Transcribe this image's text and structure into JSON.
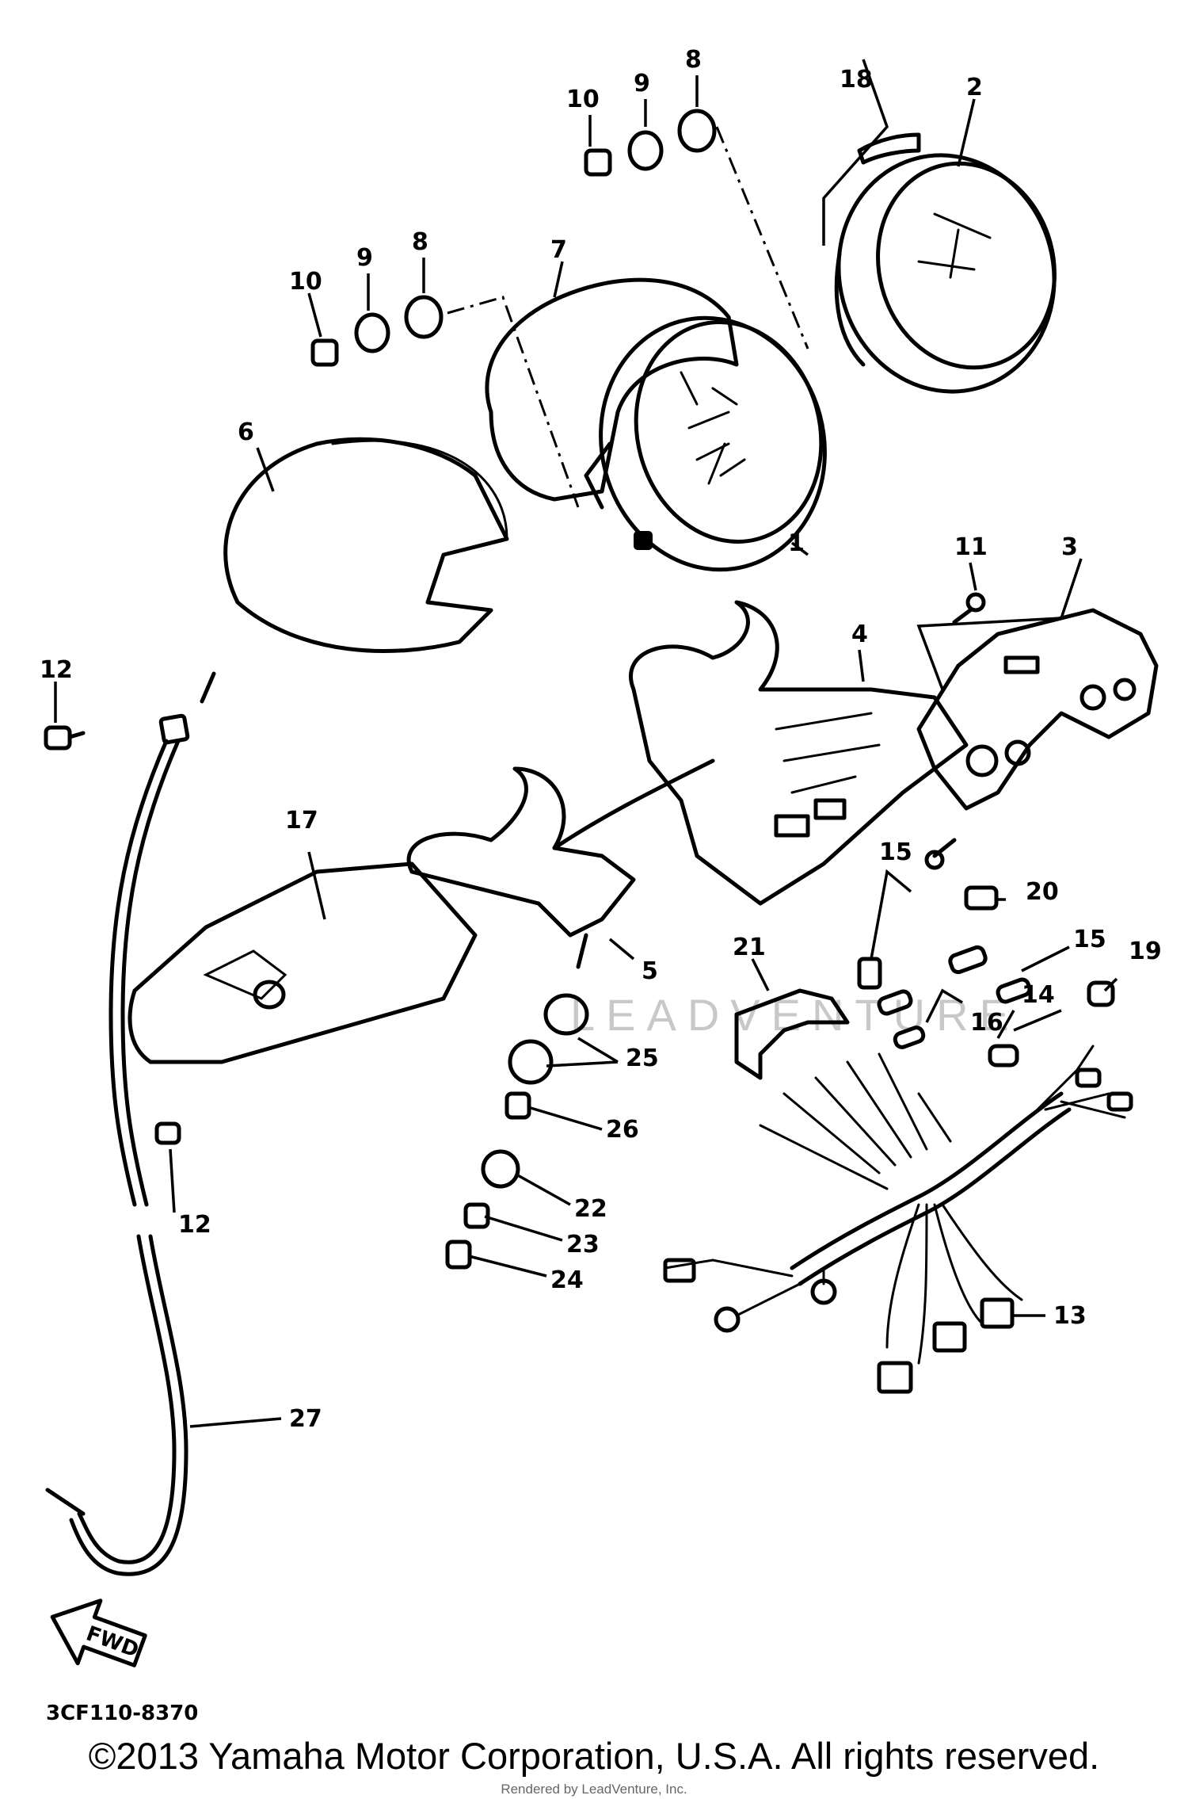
{
  "diagram": {
    "callouts": [
      "1",
      "2",
      "3",
      "4",
      "5",
      "6",
      "7",
      "8",
      "8",
      "9",
      "9",
      "10",
      "10",
      "11",
      "12",
      "12",
      "13",
      "14",
      "15",
      "15",
      "16",
      "17",
      "18",
      "19",
      "20",
      "21",
      "22",
      "23",
      "24",
      "25",
      "26",
      "27"
    ],
    "fwd_label": "FWD",
    "diagram_code": "3CF110-8370",
    "watermark": "LEADVENTURE"
  },
  "footer": {
    "copyright": "©2013 Yamaha Motor Corporation, U.S.A. All rights reserved.",
    "rendered_by": "Rendered by LeadVenture, Inc."
  }
}
